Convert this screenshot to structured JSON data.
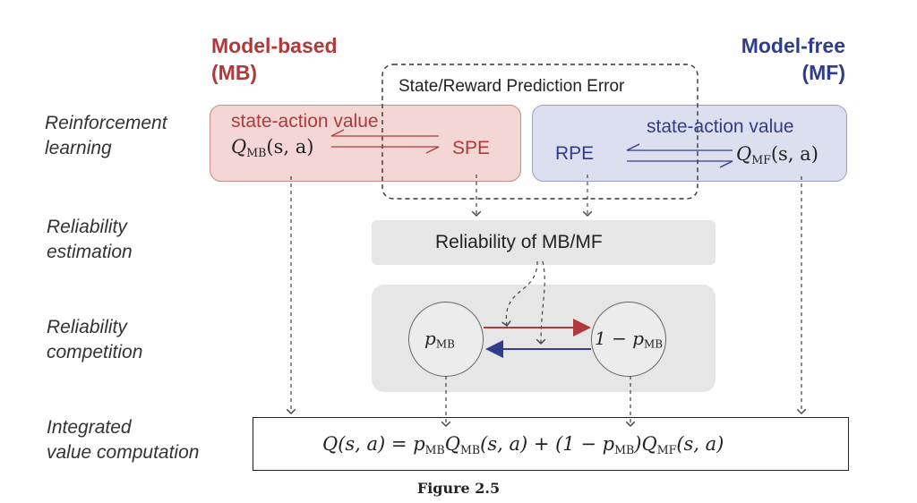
{
  "headers": {
    "mb_line1": "Model-based",
    "mb_line2": "(MB)",
    "mf_line1": "Model-free",
    "mf_line2": "(MF)"
  },
  "row_labels": {
    "rl_line1": "Reinforcement",
    "rl_line2": "learning",
    "re_line1": "Reliability",
    "re_line2": "estimation",
    "rc_line1": "Reliability",
    "rc_line2": "competition",
    "iv_line1": "Integrated",
    "iv_line2": "value computation"
  },
  "prediction_error_label": "State/Reward Prediction Error",
  "mb_box": {
    "title": "state-action value",
    "q_symbol": "Q",
    "q_sub": "MB",
    "q_args": "(s, a)",
    "error": "SPE"
  },
  "mf_box": {
    "title": "state-action value",
    "q_symbol": "Q",
    "q_sub": "MF",
    "q_args": "(s, a)",
    "error": "RPE"
  },
  "reliability_box": "Reliability of MB/MF",
  "competition": {
    "left_p": "p",
    "left_sub": "MB",
    "right_prefix": "1 − p",
    "right_sub": "MB"
  },
  "integration": {
    "lhs": "Q(s, a) = p",
    "s1": "MB",
    "q1": "Q",
    "s2": "MB",
    "mid": "(s, a) + (1 − p",
    "s3": "MB",
    "close": ")Q",
    "s4": "MF",
    "end": "(s, a)"
  },
  "caption": "Figure 2.5",
  "colors": {
    "mb_red": "#b03a3a",
    "mb_fill": "#f4d6d4",
    "mf_blue": "#2f3d8a",
    "mf_fill": "#dcdff0",
    "gray_fill": "#e6e6e6"
  }
}
